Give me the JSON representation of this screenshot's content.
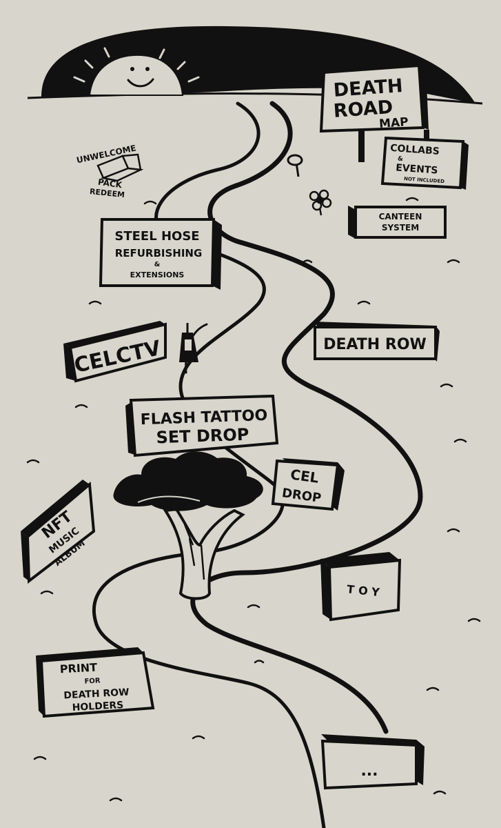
{
  "map": {
    "title_line1": "DEATH",
    "title_line2": "ROAD",
    "title_line3": "MAP",
    "note_line1": "COLLABS",
    "note_line2": "&",
    "note_line3": "EVENTS",
    "note_line4": "NOT INCLUDED"
  },
  "signs": {
    "unwelcome": "UNWELCOME",
    "pack_redeem_line1": "PACK",
    "pack_redeem_line2": "REDEEM",
    "canteen_line1": "CANTEEN",
    "canteen_line2": "SYSTEM",
    "steelhose_line1": "STEEL HOSE",
    "steelhose_line2": "REFURBISHING",
    "steelhose_line3": "&",
    "steelhose_line4": "EXTENSIONS",
    "celctv": "CELCTV",
    "death_row": "DEATH ROW",
    "flash_line1": "FLASH TATTOO",
    "flash_line2": "SET DROP",
    "cel_drop_line1": "CEL",
    "cel_drop_line2": "DROP",
    "nft_line1": "NFT",
    "nft_line2": "MUSIC",
    "nft_line3": "ALBUM",
    "toy": "TOY",
    "print_line1": "PRINT",
    "print_line2": "FOR",
    "print_line3": "DEATH ROW",
    "print_line4": "HOLDERS",
    "ellipsis": "..."
  },
  "colors": {
    "paper": "#d8d6cc",
    "ink": "#111111"
  }
}
